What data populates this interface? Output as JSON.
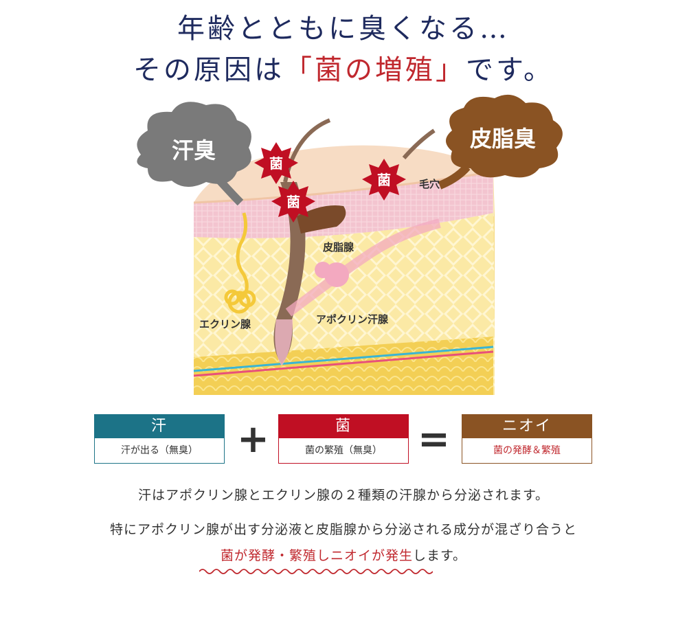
{
  "headline": {
    "line1": "年齢とともに臭くなる…",
    "line2_before": "その原因は",
    "line2_highlight": "「菌の増殖」",
    "line2_after": "です。"
  },
  "diagram": {
    "cloud_left": "汗臭",
    "cloud_right": "皮脂臭",
    "bacteria_label": "菌",
    "labels": {
      "pore": "毛穴",
      "sebaceous_gland": "皮脂腺",
      "eccrine_gland": "エクリン腺",
      "apocrine_gland": "アポクリン汗腺"
    },
    "colors": {
      "cloud_left": "#7a7a7a",
      "cloud_right": "#8a5323",
      "bacteria": "#c00f23",
      "epidermis": "#f7dcc4",
      "dermis": "#f3c4cf",
      "fat": "#fbe9a5"
    }
  },
  "equation": {
    "sweat": {
      "title": "汗",
      "sub": "汗が出る（無臭）",
      "color": "#1c7387"
    },
    "plus": "+",
    "bacteria": {
      "title": "菌",
      "sub": "菌の繁殖（無臭）",
      "color": "#c00f23"
    },
    "equals": "=",
    "odor": {
      "title": "ニオイ",
      "sub": "菌の発酵＆繁殖",
      "color": "#8a5323"
    }
  },
  "body": {
    "line1": "汗はアポクリン腺とエクリン腺の２種類の汗腺から分泌されます。",
    "line2": "特にアポクリン腺が出す分泌液と皮脂腺から分泌される成分が混ざり合うと",
    "line3_highlight": "菌が発酵・繁殖しニオイが発生",
    "line3_after": "します。"
  }
}
